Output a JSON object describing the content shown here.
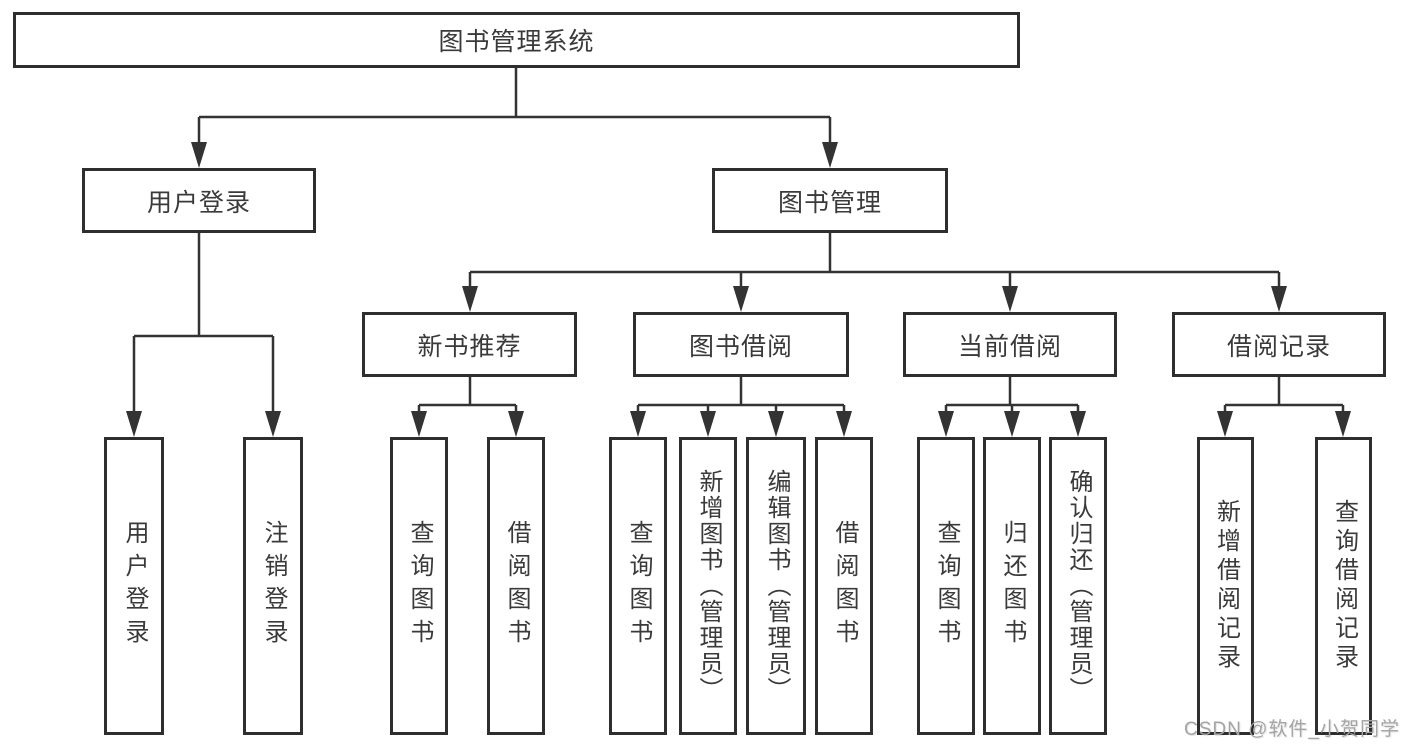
{
  "diagram": {
    "title": "图书管理系统",
    "branches": [
      {
        "label": "用户登录",
        "children": [
          "用户登录",
          "注销登录"
        ]
      },
      {
        "label": "图书管理",
        "children": [
          {
            "label": "新书推荐",
            "children": [
              "查询图书",
              "借阅图书"
            ]
          },
          {
            "label": "图书借阅",
            "children": [
              "查询图书",
              "新增图书（管理员）",
              "编辑图书（管理员）",
              "借阅图书"
            ]
          },
          {
            "label": "当前借阅",
            "children": [
              "查询图书",
              "归还图书",
              "确认归还（管理员）"
            ]
          },
          {
            "label": "借阅记录",
            "children": [
              "新增借阅记录",
              "查询借阅记录"
            ]
          }
        ]
      }
    ]
  },
  "watermark": {
    "text": "CSDN @软件_小贺同学"
  },
  "colors": {
    "background": "#ffffff",
    "box_border": "#2e2e2e",
    "connector_line": "#333333",
    "text": "#3a3a3a",
    "watermark_text": "#a5a5a5"
  }
}
